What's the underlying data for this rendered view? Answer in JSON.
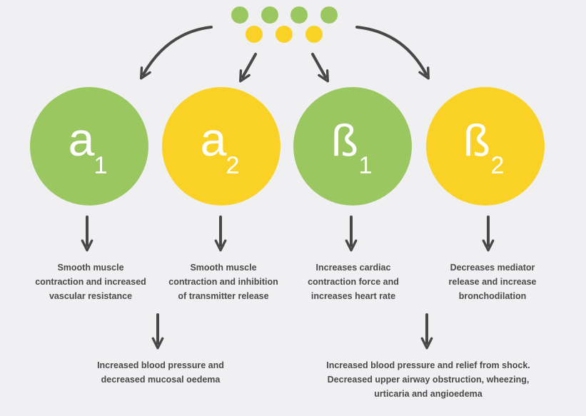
{
  "receptors": [
    {
      "letter": "a",
      "sub": "1",
      "color": "#9bc760",
      "effect": "Smooth muscle\ncontraction and increased\nvascular resistance"
    },
    {
      "letter": "a",
      "sub": "2",
      "color": "#fad226",
      "effect": "Smooth muscle\ncontraction and inhibition\nof transmitter release"
    },
    {
      "letter": "ß",
      "sub": "1",
      "color": "#9bc760",
      "effect": "Increases cardiac\ncontraction force and\nincreases heart rate"
    },
    {
      "letter": "ß",
      "sub": "2",
      "color": "#fad226",
      "effect": "Decreases mediator\nrelease and increase\nbronchodilation"
    }
  ],
  "outcomes": {
    "alpha": "Increased blood pressure and\ndecreased mucosal oedema",
    "beta": "Increased blood pressure and relief from shock.\nDecreased upper airway obstruction, wheezing,\nurticaria and angioedema"
  },
  "colors": {
    "green": "#9bc760",
    "yellow": "#fad226",
    "arrow": "#484848",
    "text": "#4a4a4a",
    "background": "#f0f0f3"
  }
}
